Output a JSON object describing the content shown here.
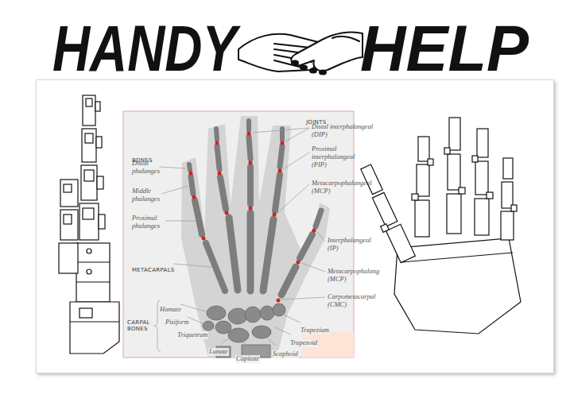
{
  "diagram": {
    "labels": [
      "HANDY",
      "HELP",
      "JOINTS",
      "BONES",
      "Distal phalanges",
      "Middle phalanges",
      "Proximal phalanges",
      "Distal interphalangeal (DIP)",
      "Proximal interphalangeal (PIP)",
      "Metacarpophalangeal (MCP)",
      "Interphalangeal (IP)",
      "Metacarpophalang (MCP)",
      "Carpometacarpal (CMC)",
      "METACARPALS",
      "CARPAL BONES",
      "Hamate",
      "Pisiform",
      "Triquetrum",
      "Lunate",
      "Capitate",
      "Scaphoid",
      "Trapezoid",
      "Trapezium"
    ]
  }
}
